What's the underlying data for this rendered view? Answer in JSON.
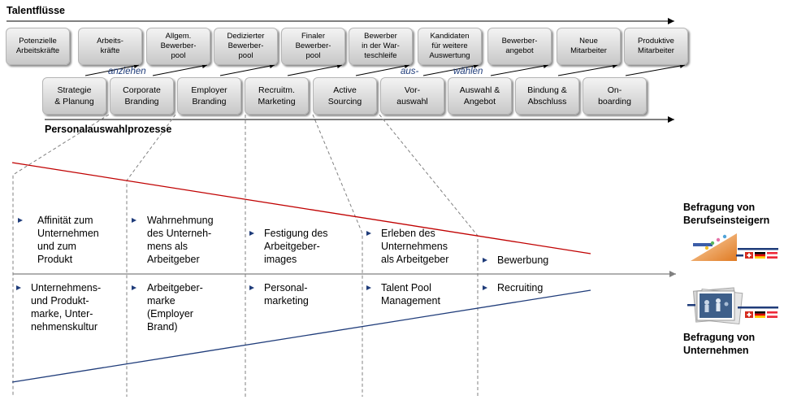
{
  "title": "Talentflüsse",
  "process_title": "Personalauswahlprozesse",
  "talent_stages": [
    "Potenzielle\nArbeitskräfte",
    "Arbeits-\nkräfte",
    "Allgem.\nBewerber-\npool",
    "Dedizierter\nBewerber-\npool",
    "Finaler\nBewerber-\npool",
    "Bewerber\nin der War-\nteschleife",
    "Kandidaten\nfür weitere\nAuswertung",
    "Bewerber-\nangebot",
    "Neue\nMitarbeiter",
    "Produktive\nMitarbeiter"
  ],
  "process_stages": [
    "Strategie\n& Planung",
    "Corporate\nBranding",
    "Employer\nBranding",
    "Recruitm.\nMarketing",
    "Active\nSourcing",
    "Vor-\nauswahl",
    "Auswahl &\nAngebot",
    "Bindung &\nAbschluss",
    "On-\nboarding"
  ],
  "flow_labels": {
    "attract": "anziehen",
    "select_part1": "aus-",
    "select_part2": "wählen"
  },
  "phases": [
    {
      "upper": "Affinität zum\nUnternehmen\nund zum\nProdukt",
      "lower": "Unternehmens-\nund Produkt-\nmarke, Unter-\nnehmenskultur"
    },
    {
      "upper": "Wahrnehmung\ndes Unterneh-\nmens als\nArbeitgeber",
      "lower": "Arbeitgeber-\nmarke\n(Employer\nBrand)"
    },
    {
      "upper": "Festigung des\nArbeitgeber-\nimages",
      "lower": "Personal-\nmarketing"
    },
    {
      "upper": "Erleben des\nUnternehmens\nals Arbeitgeber",
      "lower": "Talent Pool\nManagement"
    },
    {
      "upper": "Bewerbung",
      "lower": "Recruiting"
    }
  ],
  "surveys": {
    "graduates": "Befragung von\nBerufseinsteigern",
    "companies": "Befragung von\nUnternehmen"
  },
  "icons": {
    "bullet": "triangle-bullet-icon",
    "survey_graduates": "staircase-climbers-icon",
    "survey_companies": "photo-stack-icon",
    "country_flags": [
      "swiss-flag-icon",
      "german-flag-icon",
      "austrian-flag-icon"
    ]
  },
  "colors": {
    "box_fill": "#d9d9d9",
    "flow_arrow": "#000000",
    "accent_navy": "#1f3c7a",
    "declining_line": "#c00000",
    "rising_line": "#1f3c7a",
    "axis_arrow": "#808080",
    "dashed_divider": "#808080",
    "ramp_orange": "#e07a22"
  }
}
